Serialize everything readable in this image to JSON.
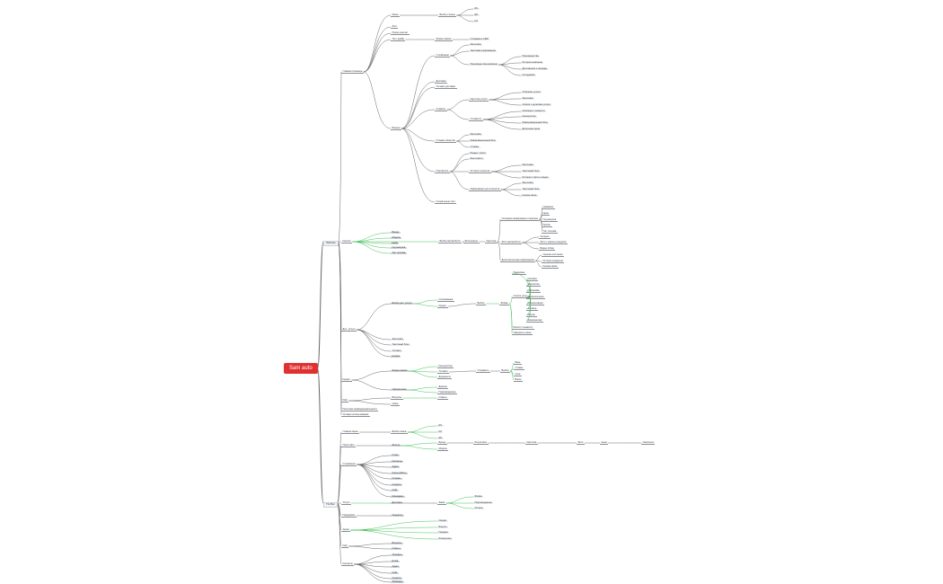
{
  "root": "Sam auto",
  "colors": {
    "root": "#e03131",
    "line": "#666666",
    "line_green": "#40c057",
    "box": "#e9ecef",
    "box_dark": "#ced4da"
  },
  "nodes": {
    "website": "Website",
    "tg_bot": "TG Bot",
    "home": "Главная страница",
    "menu": "Меню",
    "menu_search": "Выбор страны",
    "menu_search_ru": "RU",
    "menu_search_en": "EN",
    "menu_search_kz": "KZ",
    "logo": "Лого",
    "contacts": "Промо контакт",
    "test_drive": "Тест драйв",
    "test_drive_form": "Форма заявки",
    "test_drive_crm": "Отправка в CRM",
    "banner": "Баннер",
    "about": "О компании",
    "about_title": "Заголовок",
    "about_text": "Текстовая информация",
    "about_adv": "Преимущества компании",
    "adv1": "Преимущества",
    "adv2": "История компании",
    "adv3": "Достижения и награды",
    "adv4": "Сотрудники",
    "delivery": "Доставка",
    "delivery_terms": "Условия доставки",
    "delivery_calc": "Калькулятор",
    "services_from": "Сервисы",
    "services_card": "Карточка услуги",
    "srv1": "Описание услуги",
    "srv2": "Заголовок",
    "srv3": "Список с деталями услуги",
    "srv_cost": "Стоимость",
    "srv4": "Описание стоимости",
    "srv5": "Калькулятор",
    "srv6": "Информационный блок",
    "srv7": "Детальная цена",
    "reviews": "Отзывы клиентов",
    "rev1": "Заголовок",
    "rev2": "Информационный блок",
    "rev3": "Отзывы",
    "portfolio": "Портфолио",
    "pf1": "Раздел с фото",
    "pf2": "Лента фото",
    "pf_stories": "Истории клиентов",
    "pf3": "Заголовок",
    "pf4": "Текстовый блок",
    "pf5": "Истории с фото и видео",
    "pf_info": "Информация для клиентов",
    "pf6": "Заголовок",
    "pf7": "Текстовый блок",
    "pf8": "Кнопка связи",
    "social": "Социальные сети",
    "catalog": "Каталог",
    "cat_brand": "Бренд",
    "cat_model": "Модель",
    "cat_price": "Цена",
    "cat_year": "Год выпуска",
    "cat_fuel": "Тип топлива",
    "cat_select": "Выбор автомобиля",
    "cat_filter": "Фильтрация",
    "cat_item": "Карточка",
    "car_info": "Основная информация о машине",
    "ci1": "Название",
    "ci2": "Цена",
    "ci3": "Год выпуска",
    "ci4": "Пробег",
    "ci5": "Тип топлива",
    "car_photo": "Фото автомобиля",
    "cp1": "Галерея",
    "cp2": "Фото с разных ракурсов",
    "cp3": "Видео обзор",
    "car_extra": "Дополнительная информация",
    "ce1": "Оценка состояния",
    "ce2": "История владения",
    "ce3": "Кнопка связи",
    "additional": "Доп. услуги",
    "add_choose": "Выбор доп. услуги",
    "add_ins": "Страхование",
    "add_cred": "Кредит",
    "add_sel": "Выбор",
    "add_form": "Форма",
    "add_list": "Список услуг",
    "al1": "Тонировка",
    "al2": "Оклейка",
    "al3": "Химчистка",
    "al4": "Полировка",
    "al5": "Шумоизоляция",
    "al6": "Сигнализация",
    "al7": "Антикор",
    "al8": "Ремонт",
    "al9": "Шиномонтаж",
    "add_calc": "Расчёт стоимости",
    "add_order": "Оформить заказ",
    "add_title": "Заголовок",
    "add_text": "Текстовый блок",
    "add_conditions": "Условия",
    "add_btn": "Кнопка",
    "credit": "Кредит",
    "credit_form": "Форма заявки",
    "credit_calc": "Калькулятор",
    "credit_terms": "Условия",
    "credit_docs": "Документы",
    "credit_send": "Отправить",
    "credit_sel": "Выбор",
    "cs1": "Банк",
    "cs2": "Ставка",
    "cs3": "Срок",
    "cs4": "Взнос",
    "credit_order": "Оформление",
    "co1": "Данные",
    "co2": "Подтверждение",
    "faq": "FAQ",
    "faq_q": "Вопросы",
    "faq_a": "Ответы",
    "faq_contact": "Связь",
    "privacy": "Политика конфиденциальности",
    "terms": "Условия использования",
    "tg_menu": "Главное меню",
    "tg_lang": "Выбор языка",
    "tg_ru": "RU",
    "tg_kz": "KZ",
    "tg_en": "EN",
    "tg_search": "Поиск авто",
    "tg_search_filter": "Фильтр",
    "ts1": "Бренд",
    "ts2": "Модель",
    "tg_result": "Результаты",
    "tr1": "Карточка",
    "tr2": "Фото",
    "tr3": "Цена",
    "tr4": "Связаться",
    "tg_about": "О компании",
    "tab1": "О нас",
    "tab2": "Контакты",
    "tab3": "Адрес",
    "tab4": "Часы работы",
    "tab5": "Отзывы",
    "tab6": "Соцсети",
    "tab7": "Сайт",
    "tab8": "Менеджер",
    "tg_services": "Услуги",
    "tsv1": "Доставка",
    "tsv2": "Кредит",
    "tsv3": "Страхование",
    "tsv_order": "Заказ",
    "to1": "Форма",
    "to2": "Подтверждение",
    "to3": "Оплата",
    "tg_support": "Поддержка",
    "tsp1": "Оператор",
    "tg_promo": "Акции",
    "tpr1": "Скидки",
    "tpr2": "Бонусы",
    "tpr3": "Подарки",
    "tpr4": "Розыгрыши",
    "tg_faq": "FAQ",
    "tf1": "Вопросы",
    "tf2": "Ответы",
    "tg_contacts": "Контакты",
    "tc1": "Телефон",
    "tc2": "Email",
    "tc3": "Адрес",
    "tc4": "Сайт",
    "tc5": "Соцсети",
    "tc6": "Whatsapp"
  }
}
